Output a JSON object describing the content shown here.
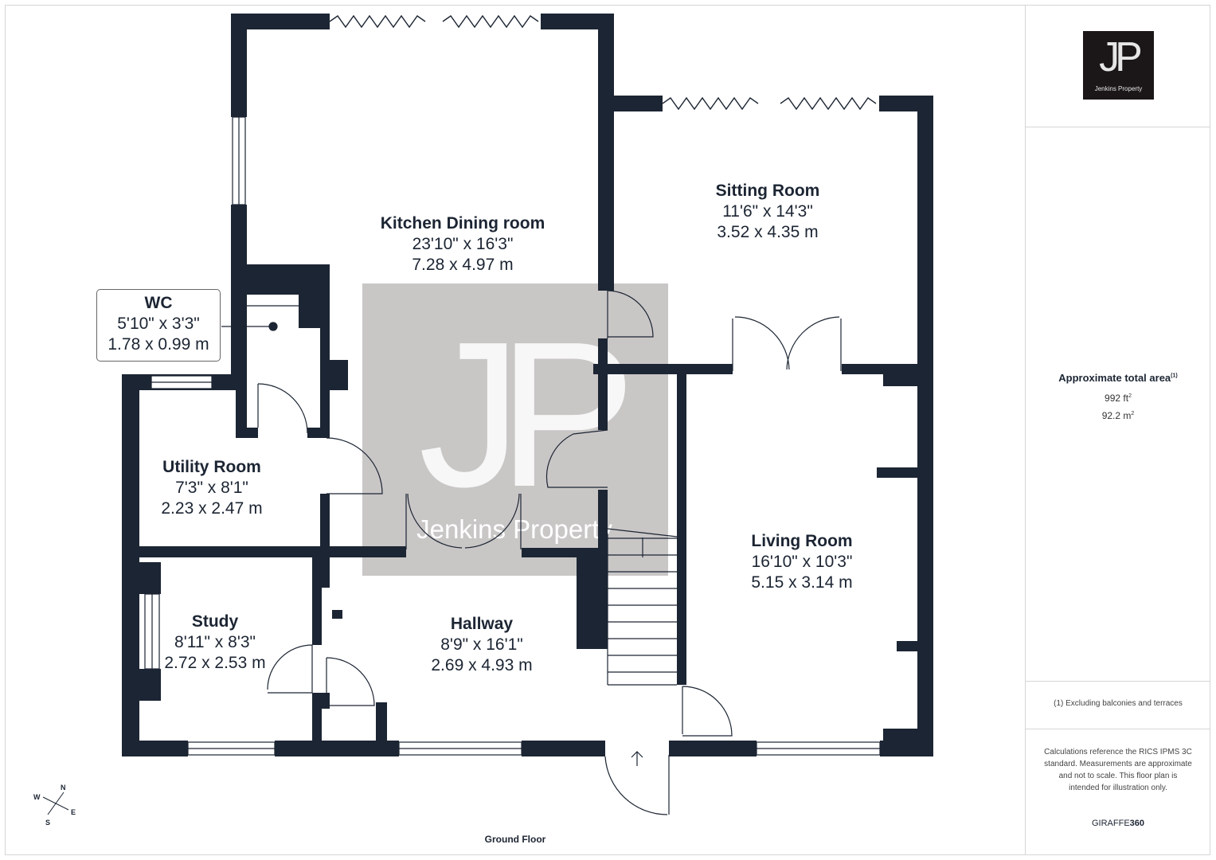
{
  "rooms": {
    "kitchen": {
      "name": "Kitchen Dining room",
      "imperial": "23'10\" x 16'3\"",
      "metric": "7.28 x 4.97 m"
    },
    "sitting": {
      "name": "Sitting Room",
      "imperial": "11'6\" x 14'3\"",
      "metric": "3.52 x 4.35 m"
    },
    "wc": {
      "name": "WC",
      "imperial": "5'10\" x 3'3\"",
      "metric": "1.78 x 0.99 m"
    },
    "utility": {
      "name": "Utility Room",
      "imperial": "7'3\" x 8'1\"",
      "metric": "2.23 x 2.47 m"
    },
    "living": {
      "name": "Living Room",
      "imperial": "16'10\" x 10'3\"",
      "metric": "5.15 x 3.14 m"
    },
    "study": {
      "name": "Study",
      "imperial": "8'11\" x 8'3\"",
      "metric": "2.72 x 2.53 m"
    },
    "hallway": {
      "name": "Hallway",
      "imperial": "8'9\" x 16'1\"",
      "metric": "2.69 x 4.93 m"
    }
  },
  "floor_name": "Ground Floor",
  "watermark": {
    "initials": "JP",
    "text": "Jenkins Property"
  },
  "logo": {
    "initials": "JP",
    "text": "Jenkins Property"
  },
  "area": {
    "title": "Approximate total area",
    "title_note": "(1)",
    "imperial_value": "992 ft",
    "imperial_sup": "2",
    "metric_value": "92.2 m",
    "metric_sup": "2"
  },
  "exclusion_note": "(1) Excluding balconies and terraces",
  "calc_note": "Calculations reference the RICS IPMS 3C standard. Measurements are approximate and not to scale. This floor plan is intended for illustration only.",
  "brand": {
    "light": "GIRAFFE",
    "bold": "360"
  },
  "compass": {
    "n": "N",
    "e": "E",
    "s": "S",
    "w": "W"
  },
  "colors": {
    "wall": "#1c2533",
    "watermark": "#c9c6c6",
    "text": "#1c2533"
  }
}
